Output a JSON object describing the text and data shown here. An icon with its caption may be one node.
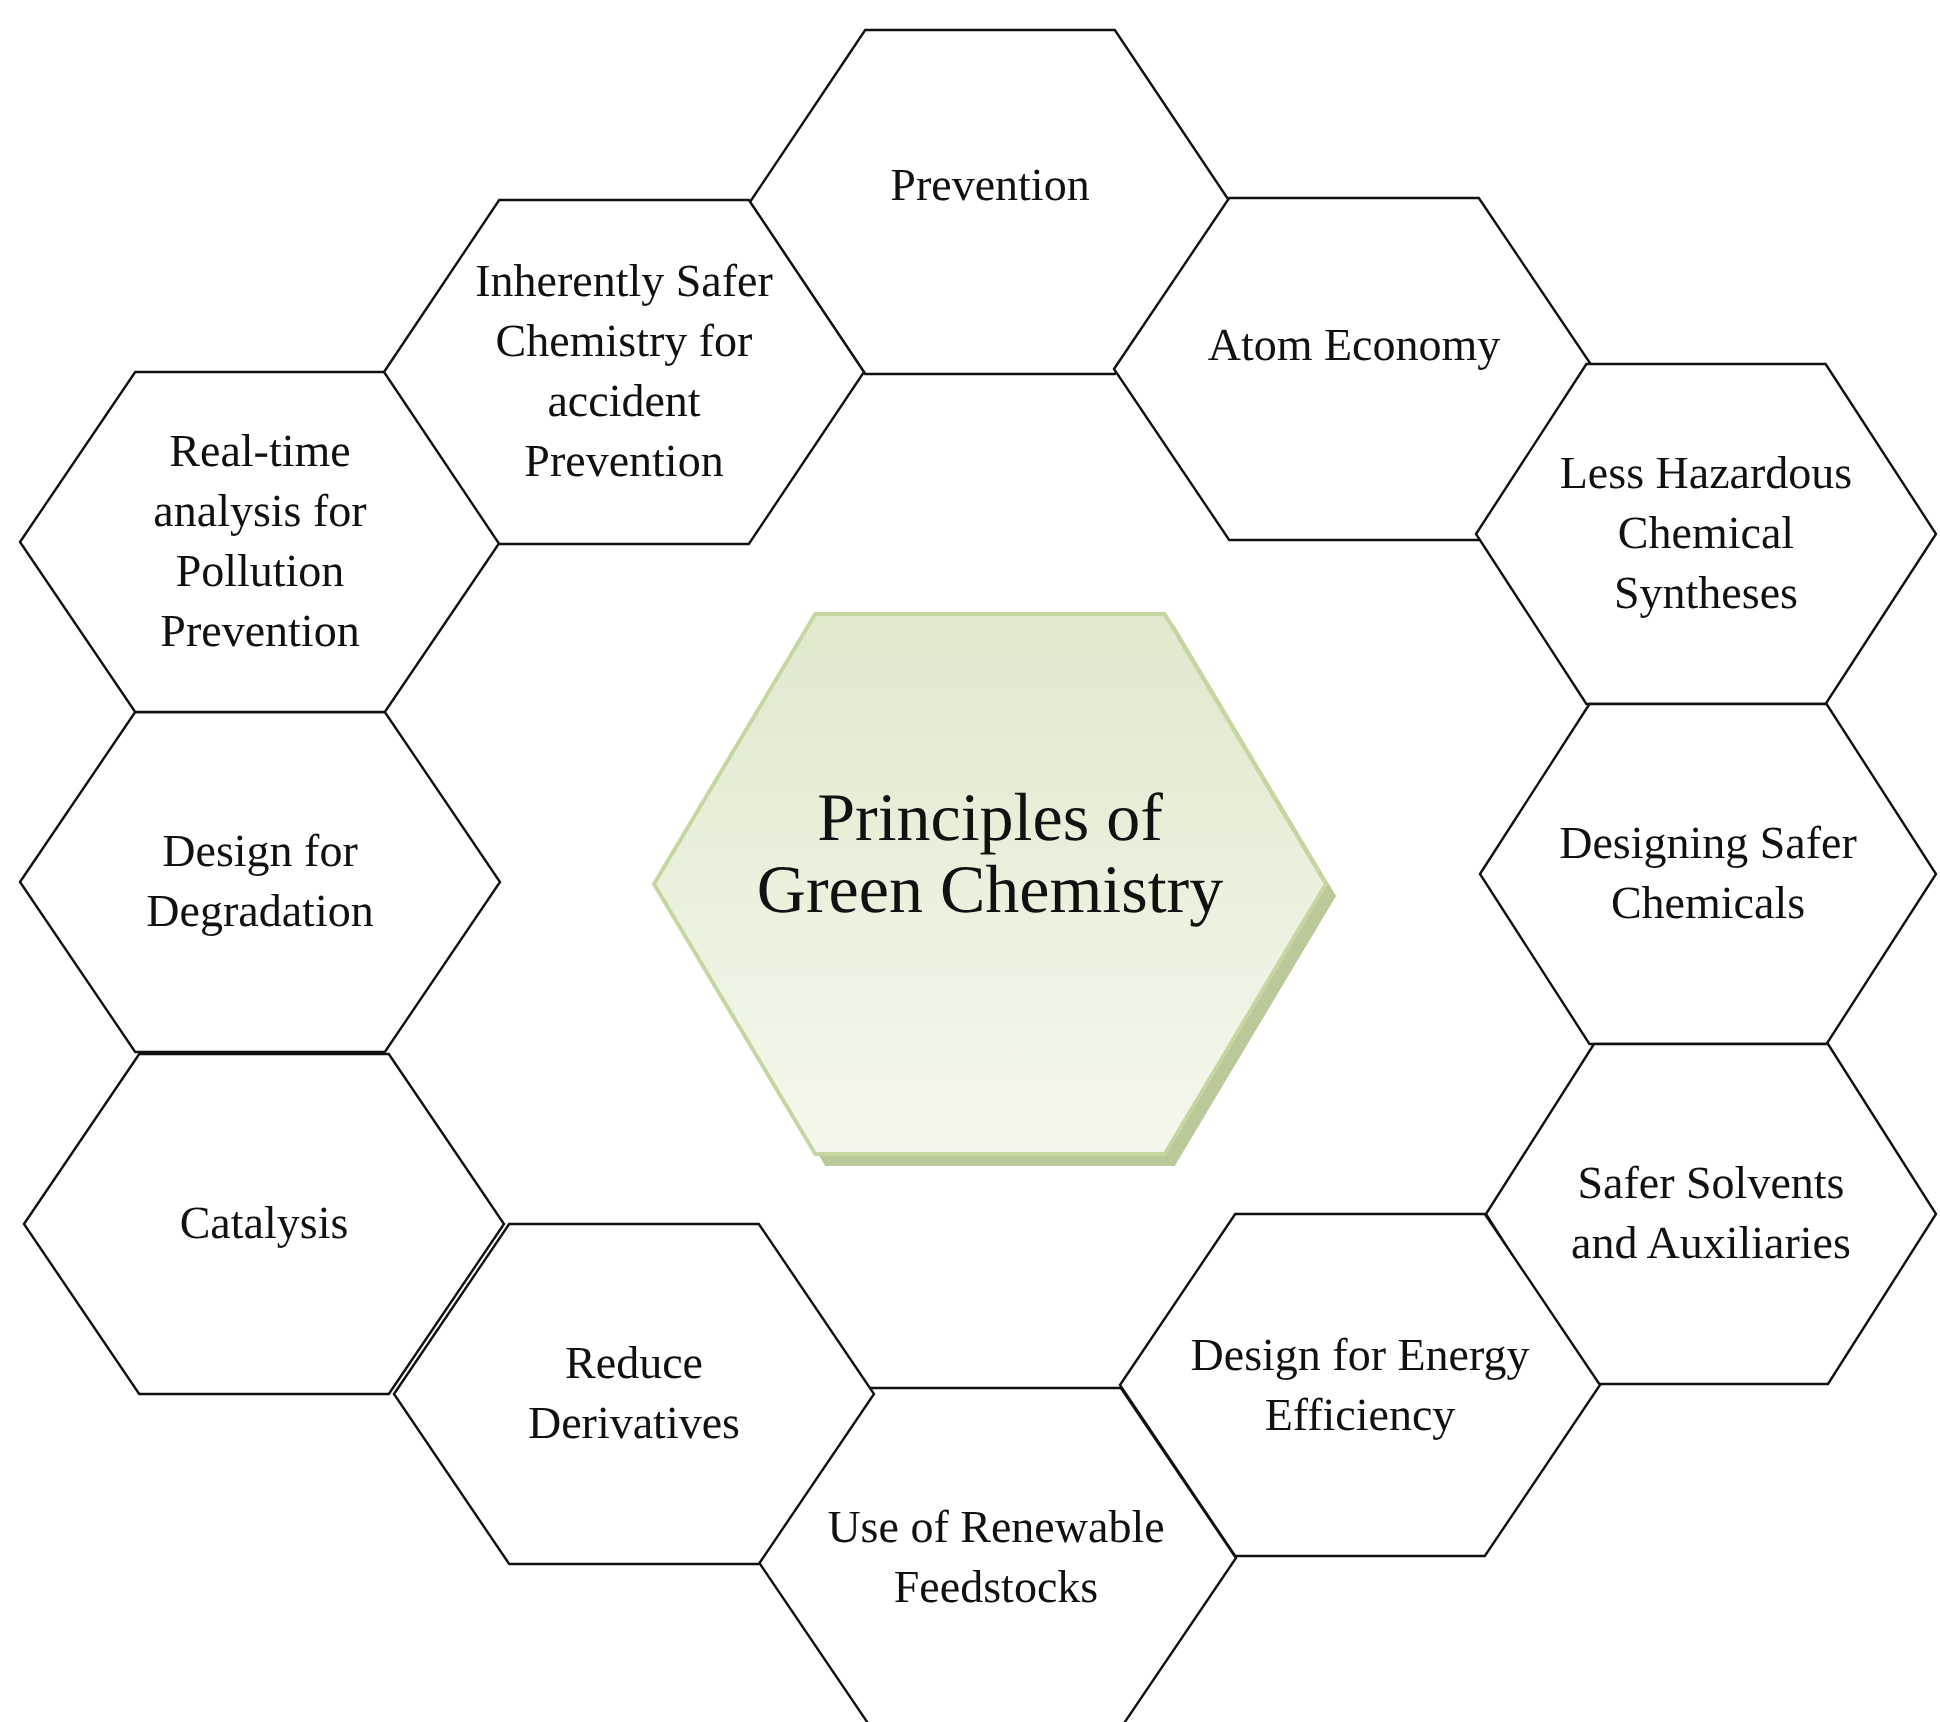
{
  "diagram": {
    "nodes": [
      {
        "text": [
          "Principles of Green Chemistry"
        ]
      },
      {
        "text": [
          "Prevention"
        ]
      },
      {
        "text": [
          "Atom Economy"
        ]
      },
      {
        "text": [
          "Less Hazardous Chemical Syntheses"
        ]
      },
      {
        "text": [
          "Designing Safer Chemicals"
        ]
      },
      {
        "text": [
          "Safer Solvents and Auxiliaries"
        ]
      },
      {
        "text": [
          "Design for Energy Efficiency"
        ]
      },
      {
        "text": [
          "Use of Renewable Feedstocks"
        ]
      },
      {
        "text": [
          "Reduce Derivatives"
        ]
      },
      {
        "text": [
          "Catalysis"
        ]
      },
      {
        "text": [
          "Design for Degradation"
        ]
      },
      {
        "text": [
          "Real-time analysis for Pollution Prevention"
        ]
      },
      {
        "text": [
          "Inherently Safer Chemistry for accident Prevention"
        ]
      }
    ]
  }
}
